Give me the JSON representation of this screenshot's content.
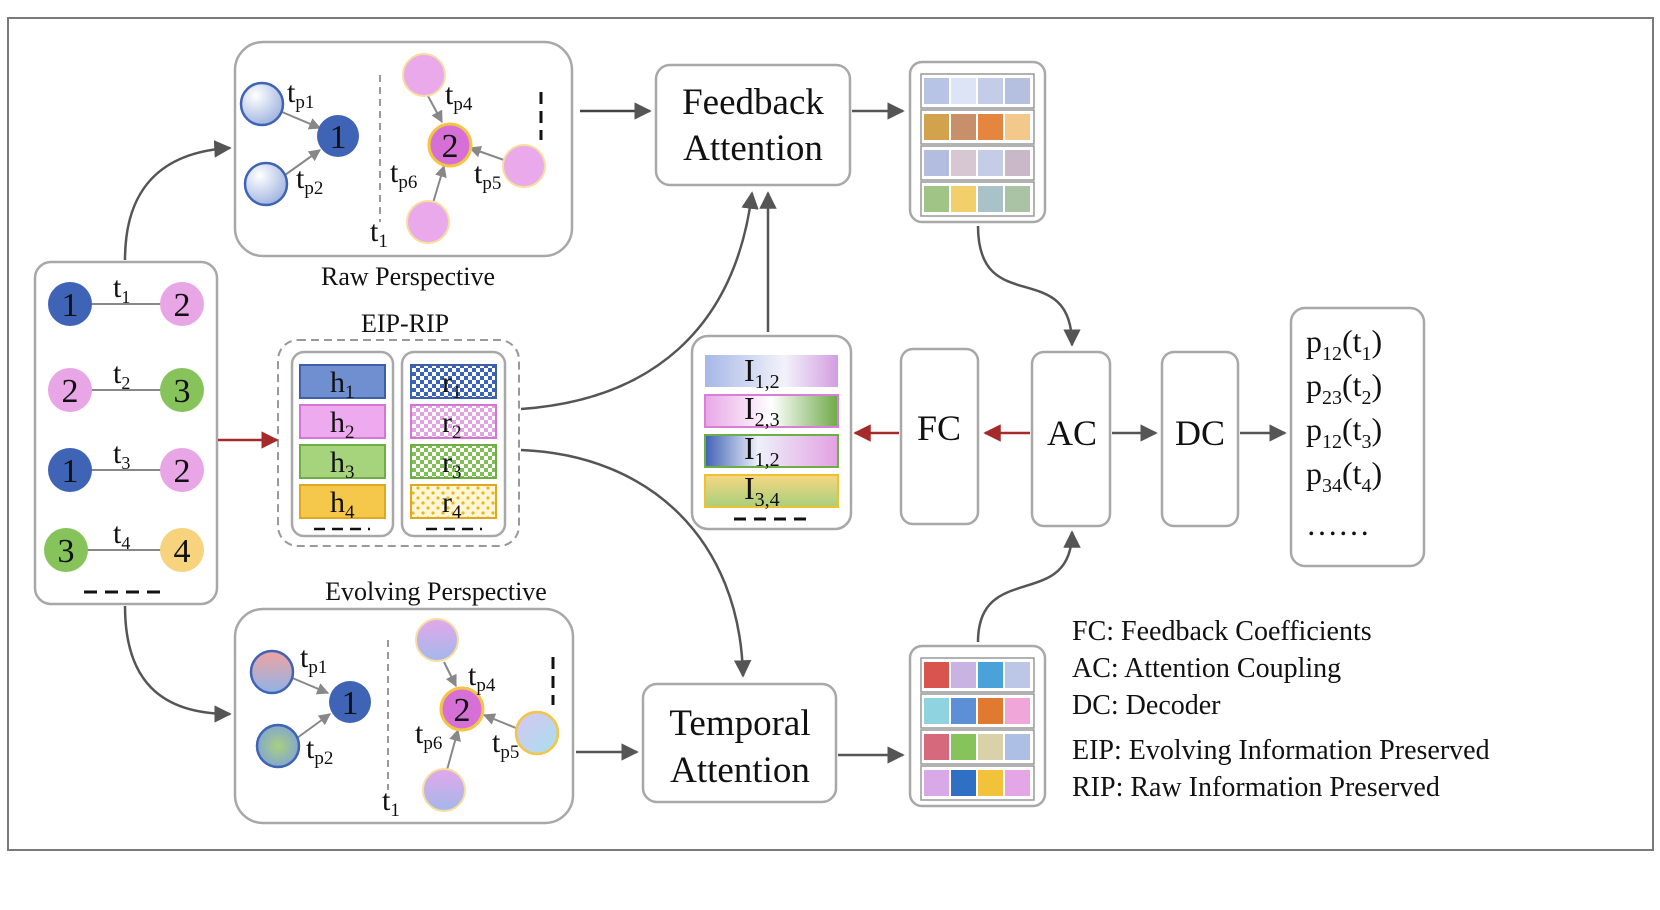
{
  "edge_list": {
    "edges": [
      {
        "src": "1",
        "dst": "2",
        "time": "t",
        "time_sub": "1"
      },
      {
        "src": "2",
        "dst": "3",
        "time": "t",
        "time_sub": "2"
      },
      {
        "src": "1",
        "dst": "2",
        "time": "t",
        "time_sub": "3"
      },
      {
        "src": "3",
        "dst": "4",
        "time": "t",
        "time_sub": "4"
      }
    ]
  },
  "raw_perspective": {
    "caption": "Raw Perspective",
    "left_center": "1",
    "right_center": "2",
    "labels": [
      {
        "main": "t",
        "sub": "p1"
      },
      {
        "main": "t",
        "sub": "p2"
      },
      {
        "main": "t",
        "sub": "p4"
      },
      {
        "main": "t",
        "sub": "p5"
      },
      {
        "main": "t",
        "sub": "p6"
      }
    ],
    "time": {
      "main": "t",
      "sub": "1"
    }
  },
  "evolving_perspective": {
    "caption": "Evolving Perspective",
    "left_center": "1",
    "right_center": "2",
    "labels": [
      {
        "main": "t",
        "sub": "p1"
      },
      {
        "main": "t",
        "sub": "p2"
      },
      {
        "main": "t",
        "sub": "p4"
      },
      {
        "main": "t",
        "sub": "p5"
      },
      {
        "main": "t",
        "sub": "p6"
      }
    ],
    "time": {
      "main": "t",
      "sub": "1"
    }
  },
  "eip_rip": {
    "caption": "EIP-RIP",
    "h": [
      {
        "main": "h",
        "sub": "1"
      },
      {
        "main": "h",
        "sub": "2"
      },
      {
        "main": "h",
        "sub": "3"
      },
      {
        "main": "h",
        "sub": "4"
      }
    ],
    "r": [
      {
        "main": "r",
        "sub": "1"
      },
      {
        "main": "r",
        "sub": "2"
      },
      {
        "main": "r",
        "sub": "3"
      },
      {
        "main": "r",
        "sub": "4"
      }
    ]
  },
  "feedback_attention": {
    "line1": "Feedback",
    "line2": "Attention"
  },
  "temporal_attention": {
    "line1": "Temporal",
    "line2": "Attention"
  },
  "interactions": [
    {
      "main": "I",
      "sub": "1,2"
    },
    {
      "main": "I",
      "sub": "2,3"
    },
    {
      "main": "I",
      "sub": "1,2"
    },
    {
      "main": "I",
      "sub": "3,4"
    }
  ],
  "modules": {
    "fc": "FC",
    "ac": "AC",
    "dc": "DC"
  },
  "outputs": {
    "items": [
      {
        "p": "p",
        "psub": "12",
        "t": "t",
        "tsub": "1"
      },
      {
        "p": "p",
        "psub": "23",
        "t": "t",
        "tsub": "2"
      },
      {
        "p": "p",
        "psub": "12",
        "t": "t",
        "tsub": "3"
      },
      {
        "p": "p",
        "psub": "34",
        "t": "t",
        "tsub": "4"
      }
    ],
    "ellipsis": "……"
  },
  "legend": [
    "FC: Feedback Coefficients",
    "AC: Attention Coupling",
    "DC: Decoder",
    "EIP: Evolving Information Preserved",
    "RIP: Raw Information Preserved"
  ],
  "colors": {
    "node_blue": "#3f63b5",
    "node_pink": "#e9a6e6",
    "node_green": "#86c35b",
    "node_yellow": "#f6d37c",
    "arrow_gray": "#555555",
    "arrow_red": "#a52a2a",
    "box_border": "#a8a8a8"
  }
}
